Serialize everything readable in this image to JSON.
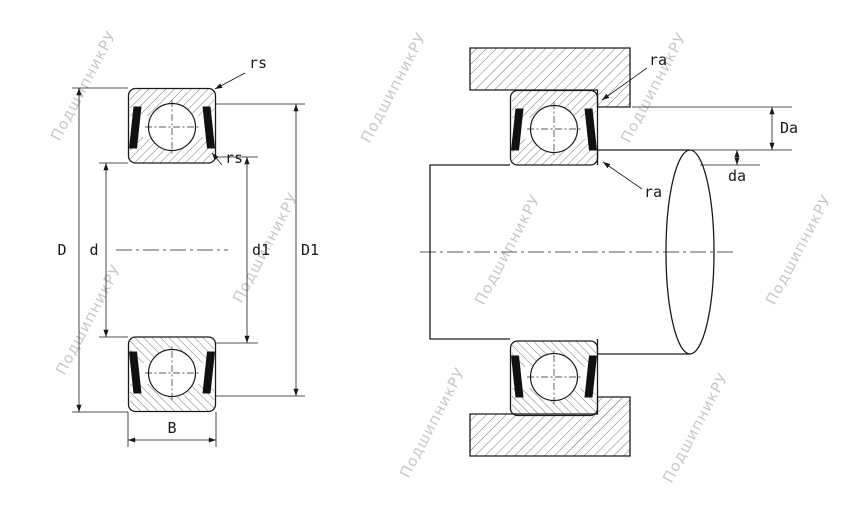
{
  "watermark": {
    "text": "ПодшипникРУ",
    "color": "#c3c3c3"
  },
  "left_view": {
    "dim_rs_top": "rs",
    "dim_rs_mid": "rs",
    "dim_D": "D",
    "dim_d": "d",
    "dim_d1": "d1",
    "dim_D1": "D1",
    "dim_B": "B"
  },
  "right_view": {
    "dim_ra_top": "ra",
    "dim_ra_bottom": "ra",
    "dim_Da": "Da",
    "dim_da": "da"
  },
  "colors": {
    "line": "#1a1a1a",
    "hatch": "#3a3a3a",
    "seal": "#111111",
    "background": "#ffffff",
    "watermark": "#c3c3c3"
  }
}
